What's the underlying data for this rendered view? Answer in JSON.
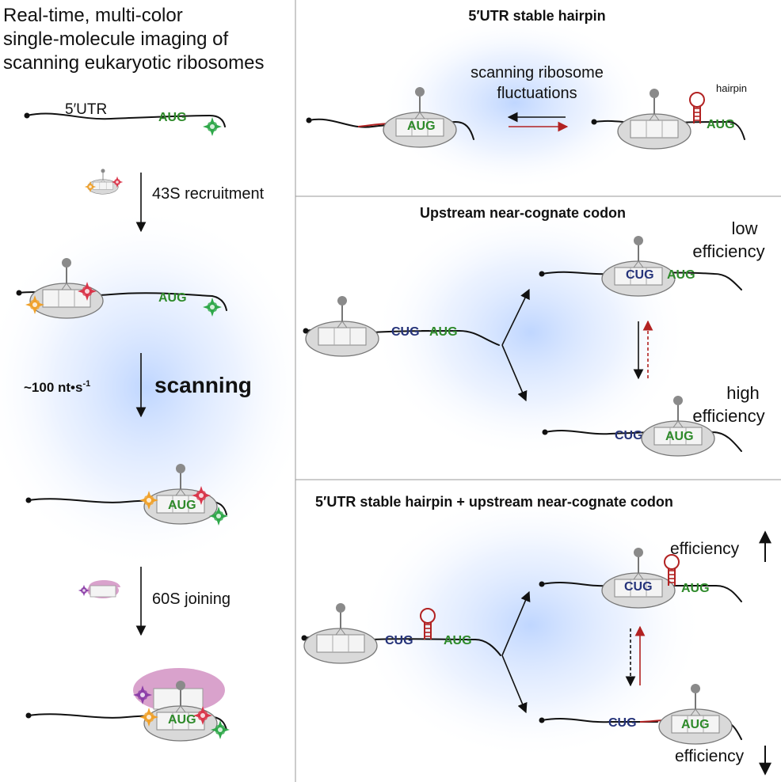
{
  "left_title": [
    "Real-time, multi-color",
    "single-molecule imaging of",
    "scanning eukaryotic ribosomes"
  ],
  "labels": {
    "utr": "5′UTR",
    "aug": "AUG",
    "cug": "CUG",
    "recruit": "43S recruitment",
    "rate": "~100 nt•s",
    "rate_exp": "-1",
    "scanning": "scanning",
    "joining": "60S joining",
    "hairpin": "hairpin"
  },
  "panel1": {
    "title": "5′UTR stable hairpin",
    "caption": [
      "scanning ribosome",
      "fluctuations"
    ]
  },
  "panel2": {
    "title": "Upstream near-cognate codon",
    "low": [
      "low",
      "efficiency"
    ],
    "high": [
      "high",
      "efficiency"
    ]
  },
  "panel3": {
    "title": "5′UTR stable hairpin + upstream near-cognate codon",
    "eff_top": "efficiency",
    "eff_bottom": "efficiency"
  },
  "colors": {
    "aug": "#2e8a2a",
    "cug": "#25337a",
    "hairpin": "#b22222",
    "dye_green": "#2fa84a",
    "dye_red": "#d9364a",
    "dye_yellow": "#f0a12a",
    "dye_purple": "#8c3fa8",
    "subunit_60s": "#d9a2cc",
    "glow": "#c7dcff"
  }
}
